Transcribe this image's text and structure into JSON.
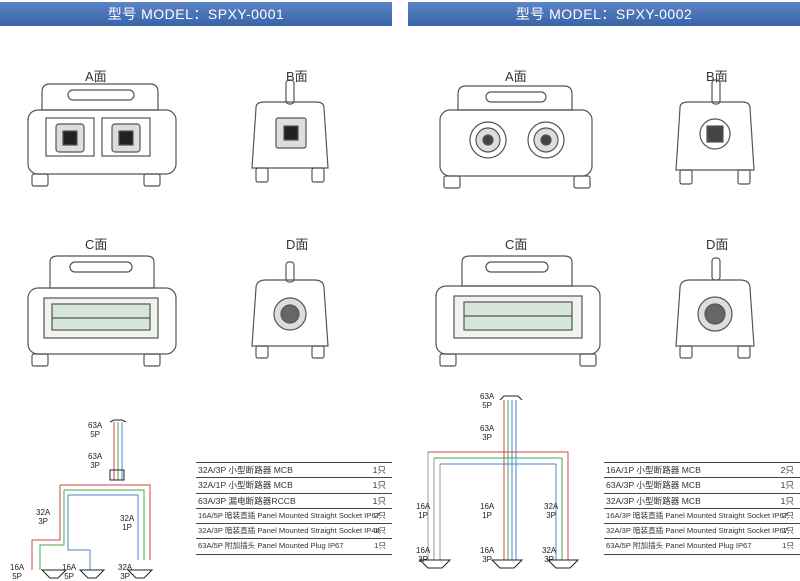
{
  "panels": [
    {
      "title": "型号 MODEL：SPXY-0001",
      "faces": {
        "a": "A面",
        "b": "B面",
        "c": "C面",
        "d": "D面"
      },
      "wiring": {
        "incoming": {
          "amp": "63A",
          "poles": "5P"
        },
        "main_breaker": {
          "amp": "63A",
          "poles": "3P"
        },
        "branch_left": {
          "amp": "32A",
          "poles": "3P"
        },
        "branch_right": {
          "amp": "32A",
          "poles": "1P"
        },
        "outlets": [
          {
            "amp": "16A",
            "poles": "5P"
          },
          {
            "amp": "16A",
            "poles": "5P"
          },
          {
            "amp": "32A",
            "poles": "3P"
          }
        ]
      },
      "parts": [
        {
          "desc": "32A/3P 小型断路器 MCB",
          "qty": "1只"
        },
        {
          "desc": "32A/1P 小型断路器 MCB",
          "qty": "1只"
        },
        {
          "desc": "63A/3P 漏电断路器RCCB",
          "qty": "1只"
        },
        {
          "desc": "16A/5P 暗装直插 Panel Mounted Straight Socket IP67",
          "qty": "2只"
        },
        {
          "desc": "32A/3P 暗装直插 Panel Mounted Straight Socket IP44",
          "qty": "1只"
        },
        {
          "desc": "63A/5P 附加插头 Panel Mounted Plug IP67",
          "qty": "1只"
        }
      ]
    },
    {
      "title": "型号 MODEL：SPXY-0002",
      "faces": {
        "a": "A面",
        "b": "B面",
        "c": "C面",
        "d": "D面"
      },
      "wiring": {
        "incoming": {
          "amp": "63A",
          "poles": "5P"
        },
        "main_breaker": {
          "amp": "63A",
          "poles": "3P"
        },
        "branch_left": {
          "amp": "16A",
          "poles": "1P"
        },
        "branch_mid": {
          "amp": "16A",
          "poles": "1P"
        },
        "branch_right": {
          "amp": "32A",
          "poles": "3P"
        },
        "outlets": [
          {
            "amp": "16A",
            "poles": "3P"
          },
          {
            "amp": "16A",
            "poles": "3P"
          },
          {
            "amp": "32A",
            "poles": "3P"
          }
        ]
      },
      "parts": [
        {
          "desc": "16A/1P 小型断路器 MCB",
          "qty": "2只"
        },
        {
          "desc": "63A/3P 小型断路器 MCB",
          "qty": "1只"
        },
        {
          "desc": "32A/3P 小型断路器 MCB",
          "qty": "1只"
        },
        {
          "desc": "16A/3P 暗装直插 Panel Mounted Straight Socket IP67",
          "qty": "2只"
        },
        {
          "desc": "32A/3P 暗装直插 Panel Mounted Straight Socket IP67",
          "qty": "1只"
        },
        {
          "desc": "63A/5P 附加插头 Panel Mounted Plug IP67",
          "qty": "1只"
        }
      ]
    }
  ]
}
